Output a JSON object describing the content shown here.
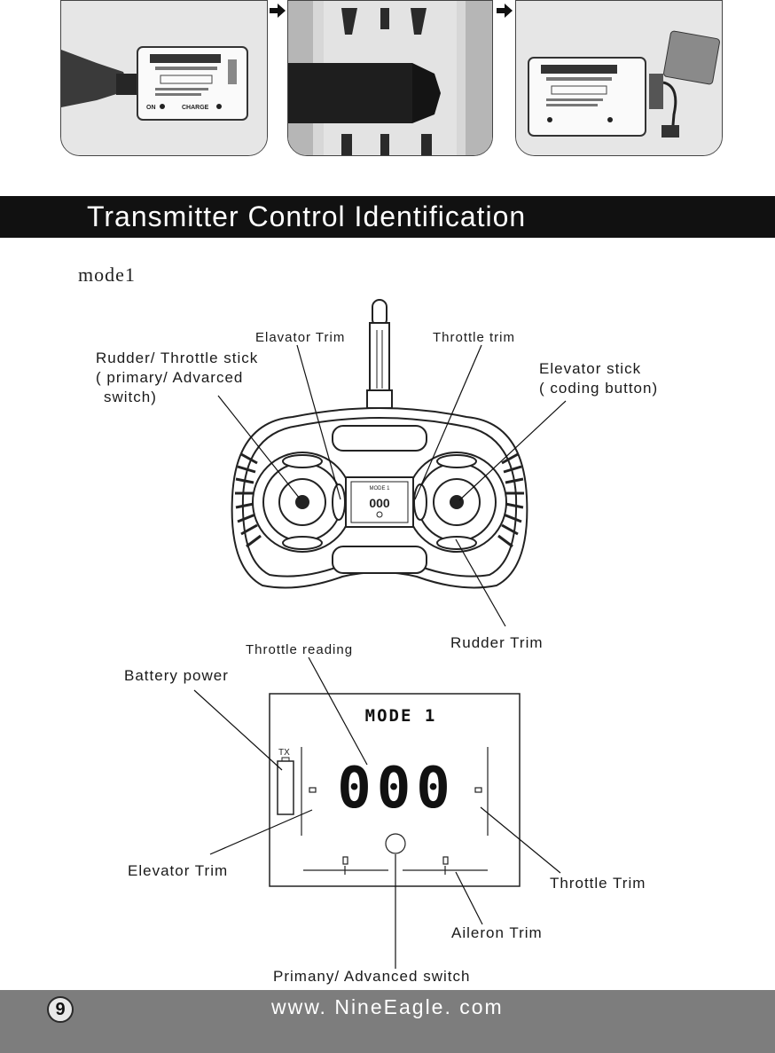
{
  "section_title": "Transmitter Control Identification",
  "mode_label": "mode1",
  "charger_labels": {
    "on": "ON",
    "charge": "CHARGE"
  },
  "transmitter_callouts": {
    "rudder_throttle_stick": [
      "Rudder/ Throttle stick",
      "( primary/ Advarced",
      "switch)"
    ],
    "elevator_trim": "Elavator Trim",
    "throttle_trim": "Throttle trim",
    "elevator_stick": [
      "Elevator stick",
      "( coding button)"
    ],
    "rudder_trim": "Rudder Trim"
  },
  "lcd_callouts": {
    "throttle_reading": "Throttle reading",
    "battery_power": "Battery power",
    "elevator_trim": "Elevator Trim",
    "throttle_trim": "Throttle Trim",
    "aileron_trim": "Aileron Trim",
    "primary_switch": "Primany/ Advanced switch"
  },
  "lcd": {
    "mode_text": "MODE 1",
    "tx_label": "TX",
    "reading": "000",
    "small_mode_text": "MODE 1",
    "small_reading": "000"
  },
  "footer": {
    "page_number": "9",
    "url": "www. NineEagle. com"
  }
}
